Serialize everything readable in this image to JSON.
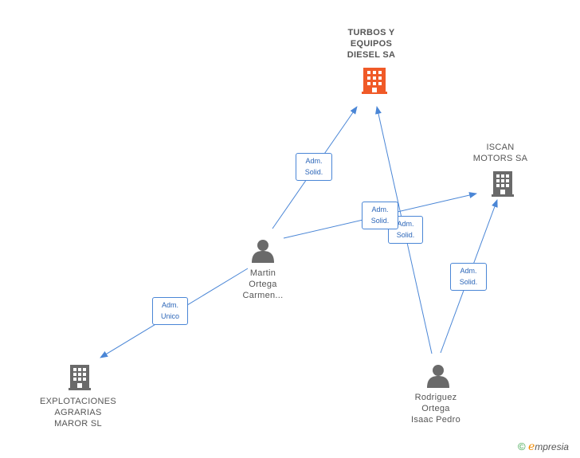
{
  "nodes": {
    "turbos": {
      "label": "TURBOS Y\nEQUIPOS\nDIESEL SA",
      "icon": "building-icon",
      "color": "#f05a28"
    },
    "iscan": {
      "label": "ISCAN\nMOTORS SA",
      "icon": "building-icon",
      "color": "#6a6a6a"
    },
    "martin": {
      "label": "Martin\nOrtega\nCarmen...",
      "icon": "person-icon",
      "color": "#6a6a6a"
    },
    "rodriguez": {
      "label": "Rodriguez\nOrtega\nIsaac Pedro",
      "icon": "person-icon",
      "color": "#6a6a6a"
    },
    "explotaciones": {
      "label": "EXPLOTACIONES\nAGRARIAS\nMAROR SL",
      "icon": "building-icon",
      "color": "#6a6a6a"
    }
  },
  "edges": {
    "martin_turbos": "Adm.\nSolid.",
    "martin_iscan": "Adm.\nSolid.",
    "rodriguez_turbos": "Adm.\nSolid.",
    "rodriguez_iscan": "Adm.\nSolid.",
    "martin_explotaciones": "Adm.\nUnico"
  },
  "edge_color": "#4a86d6",
  "brand": {
    "copyright": "©",
    "initial": "e",
    "name": "mpresia"
  }
}
